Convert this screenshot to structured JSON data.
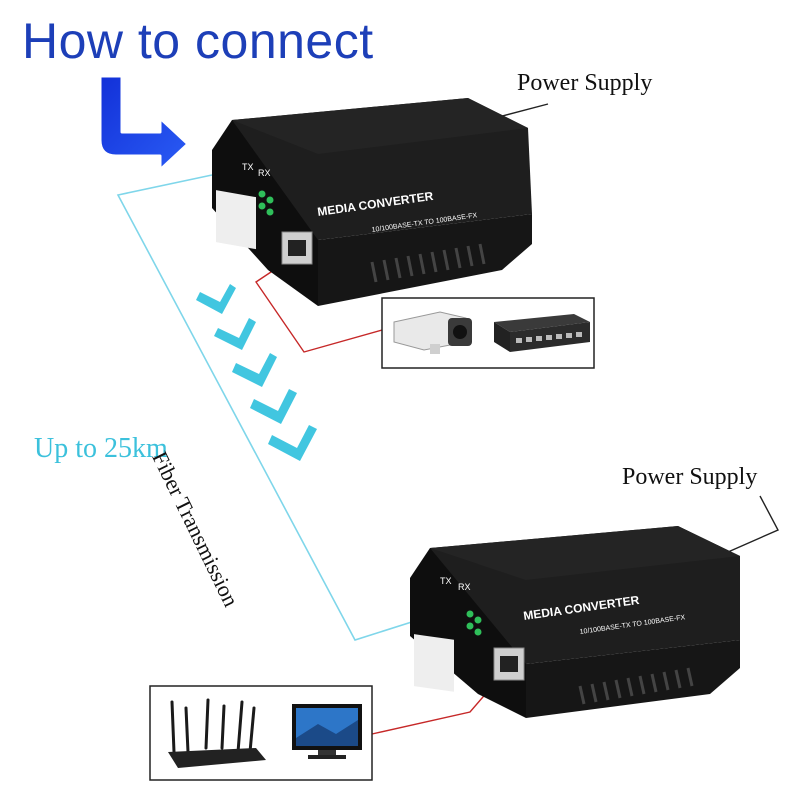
{
  "title": "How to connect",
  "top_device": {
    "power_label": "Power Supply",
    "name": "MEDIA CONVERTER",
    "spec": "10/100BASE-TX TO 100BASE-FX",
    "port_tx": "TX",
    "port_rx": "RX"
  },
  "bottom_device": {
    "power_label": "Power Supply",
    "name": "MEDIA CONVERTER",
    "spec": "10/100BASE-TX TO 100BASE-FX",
    "port_tx": "TX",
    "port_rx": "RX"
  },
  "fiber_label": "Fiber Transmission",
  "distance_label": "Up to 25km",
  "colors": {
    "title": "#1d3fb8",
    "fiber_line": "#3cc1dc",
    "chevrons": "#3cc1dc",
    "copper_line": "#c62828",
    "device_body": "#1a1a1a"
  },
  "icons": {
    "top_box": [
      "security-camera-icon",
      "network-switch-icon"
    ],
    "bottom_box": [
      "wireless-router-icon",
      "tv-monitor-icon"
    ],
    "direction": "curved-arrow-icon"
  }
}
